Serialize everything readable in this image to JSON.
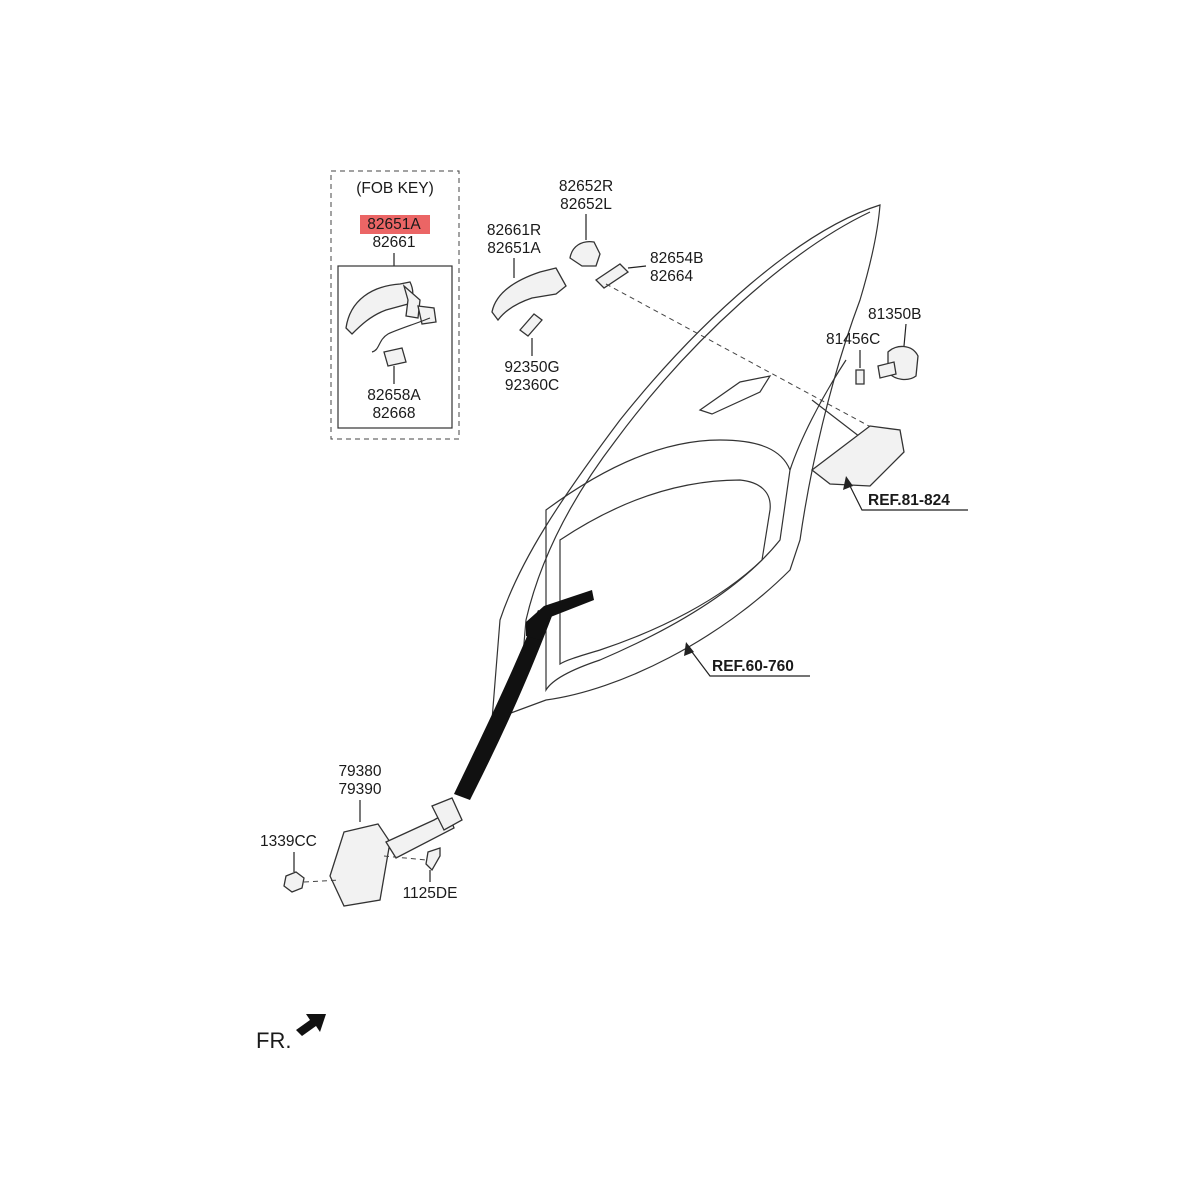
{
  "fob_key_label": "(FOB KEY)",
  "highlight_color": "#e84a4a",
  "parts": {
    "fob_highlight": "82651A",
    "fob_handle": "82661",
    "fob_cable_a": "82658A",
    "fob_cable_b": "82668",
    "cover_r": "82652R",
    "cover_l": "82652L",
    "handle_r": "82661R",
    "handle_a": "82651A",
    "cap_b": "82654B",
    "cap": "82664",
    "pad_g": "92350G",
    "pad_c": "92360C",
    "striker": "81350B",
    "bolt": "81456C",
    "checker_a": "79380",
    "checker_b": "79390",
    "nut": "1339CC",
    "screw": "1125DE"
  },
  "refs": {
    "latch": "REF.81-824",
    "door": "REF.60-760"
  },
  "front_label": "FR."
}
